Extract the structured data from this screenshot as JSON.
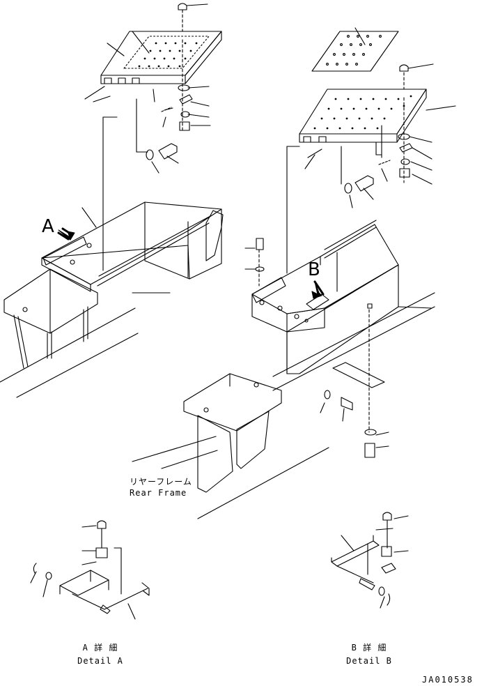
{
  "callouts": {
    "view_a": "A",
    "view_b": "B"
  },
  "rear_frame": {
    "jp": "リヤーフレーム",
    "en": "Rear Frame"
  },
  "detail_a": {
    "jp": "A 詳 細",
    "en": "Detail A"
  },
  "detail_b": {
    "jp": "B 詳 細",
    "en": "Detail B"
  },
  "drawing_number": "JA010538"
}
